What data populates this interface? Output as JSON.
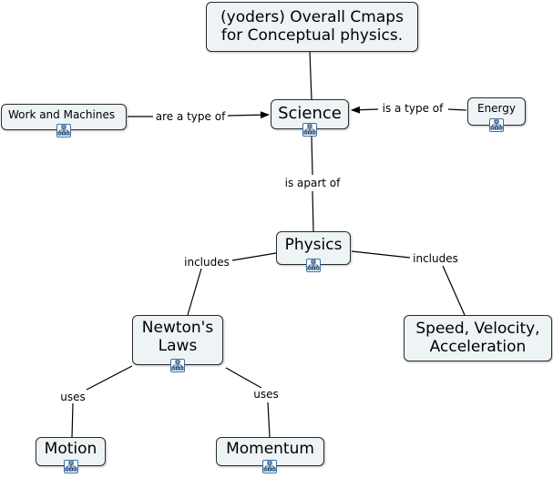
{
  "concepts": {
    "title": "(yoders) Overall Cmaps\nfor Conceptual  physics.",
    "science": "Science",
    "work_machines": "Work and Machines",
    "energy": "Energy",
    "physics": "Physics",
    "newtons_laws": "Newton's\nLaws",
    "speed": "Speed, Velocity,\nAcceleration",
    "motion": "Motion",
    "momentum": "Momentum"
  },
  "linking_phrases": {
    "are_a_type_of": "are a type of",
    "is_a_type_of": "is a type of",
    "is_apart_of": "is apart of",
    "includes_left": "includes",
    "includes_right": "includes",
    "uses_left": "uses",
    "uses_right": "uses"
  },
  "icons": {
    "submap": "sitemap-icon"
  },
  "colors": {
    "node_fill": "#eef3f5",
    "node_border": "#2b2b2b",
    "icon_border": "#3a6ea5"
  }
}
